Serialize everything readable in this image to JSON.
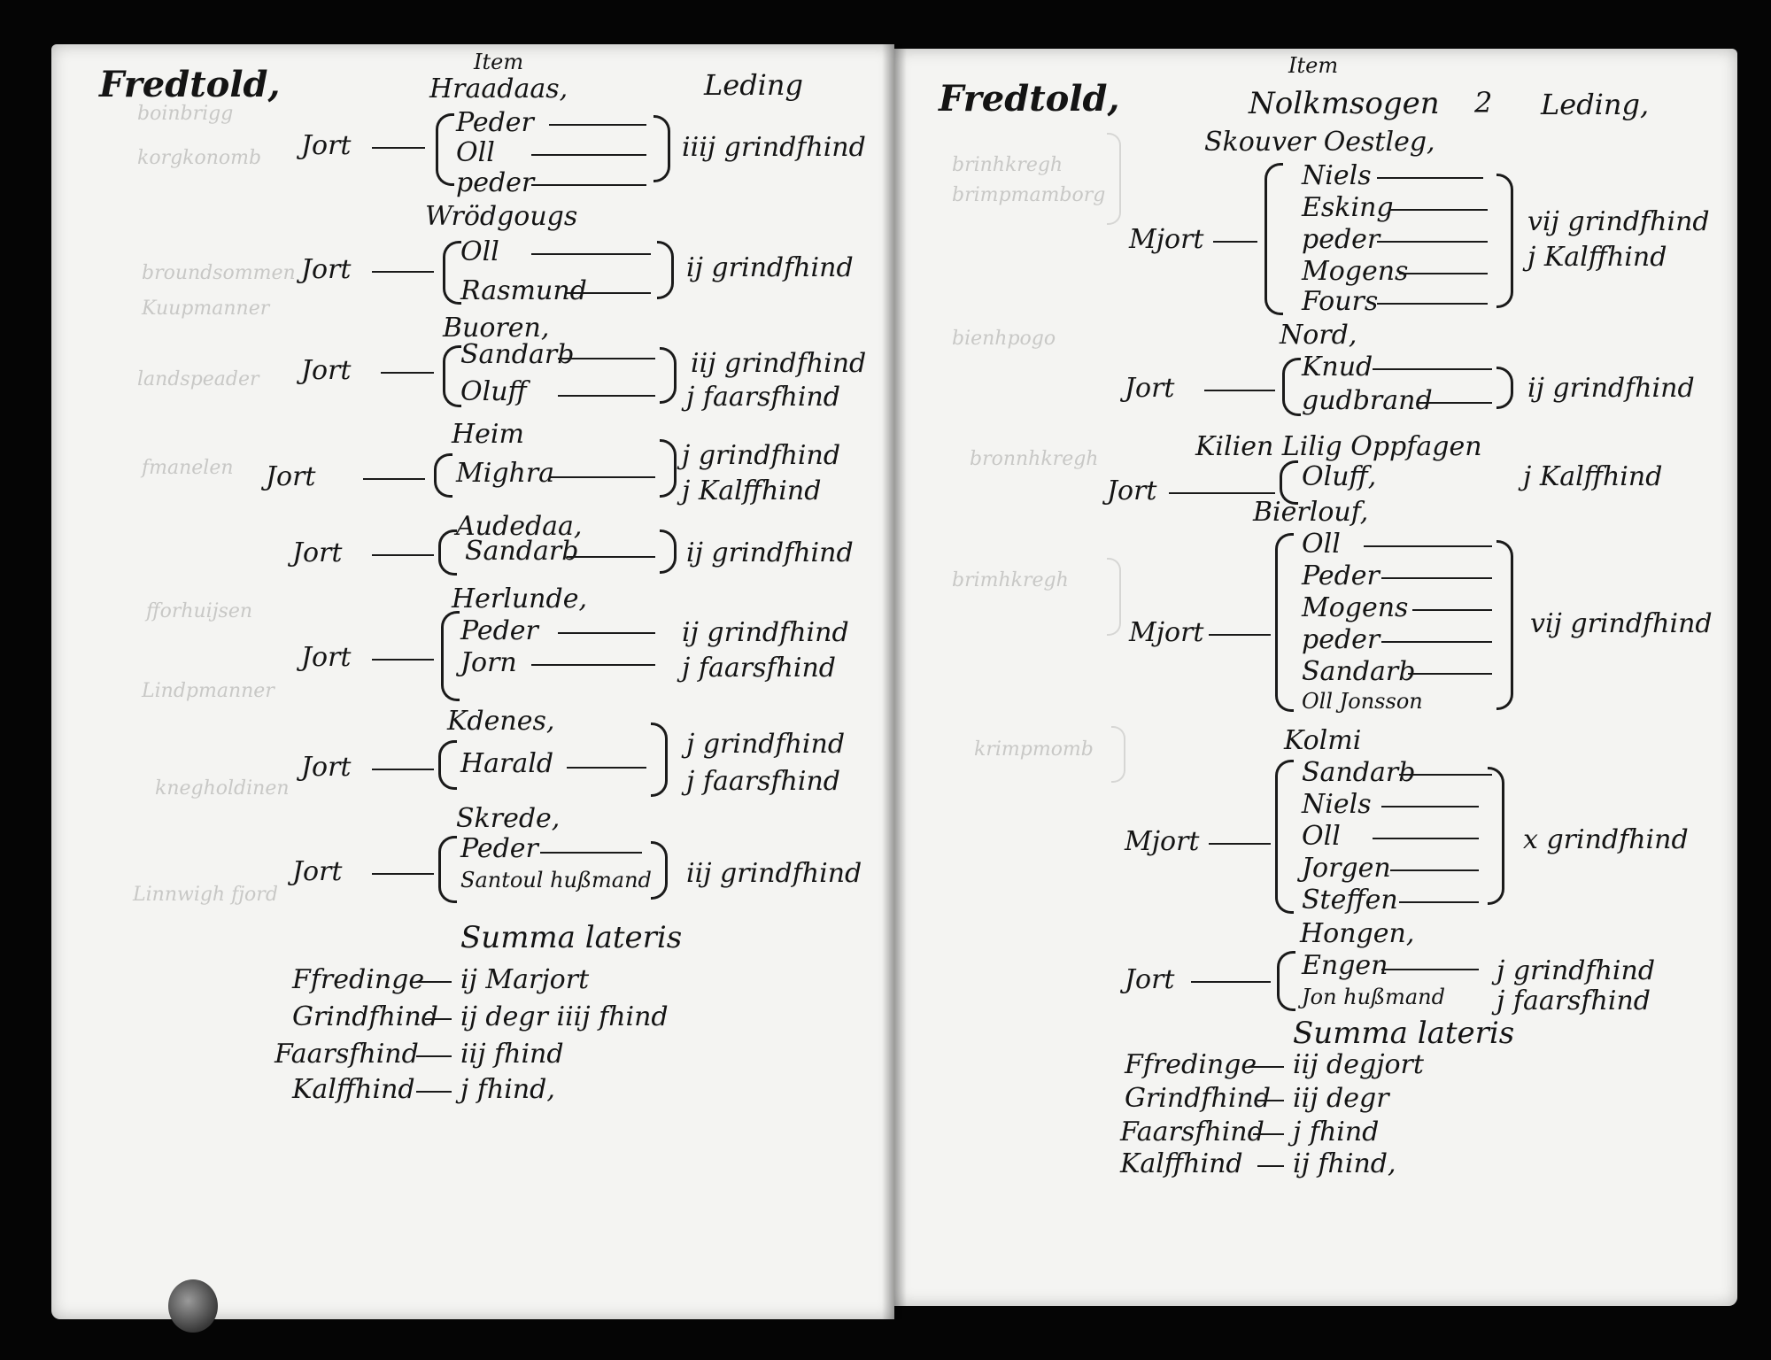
{
  "left": {
    "header_name": "Fredtold,",
    "header_item": "Item",
    "header_leding": "Leding",
    "farms": [
      {
        "farm": "Hraadaas,",
        "jord": "Jort",
        "tenants": [
          "Peder",
          "Oll",
          "peder"
        ],
        "amounts": [
          "iiij grindfhind"
        ]
      },
      {
        "farm": "Wrödgougs",
        "jord": "Jort",
        "tenants": [
          "Oll",
          "Rasmund"
        ],
        "amounts": [
          "ij grindfhind"
        ]
      },
      {
        "farm": "Buoren,",
        "jord": "Jort",
        "tenants": [
          "Sandarb",
          "Oluff"
        ],
        "amounts": [
          "iij grindfhind",
          "j faarsfhind"
        ]
      },
      {
        "farm": "Heim",
        "jord": "Jort",
        "tenants": [
          "Mighra"
        ],
        "amounts": [
          "j grindfhind",
          "j Kalffhind"
        ]
      },
      {
        "farm": "Audedaa,",
        "jord": "Jort",
        "tenants": [
          "Sandarb"
        ],
        "amounts": [
          "ij grindfhind"
        ]
      },
      {
        "farm": "Herlunde,",
        "jord": "Jort",
        "tenants": [
          "Peder",
          "Jorn"
        ],
        "amounts": [
          "ij grindfhind",
          "j faarsfhind"
        ]
      },
      {
        "farm": "Kdenes,",
        "jord": "Jort",
        "tenants": [
          "Harald"
        ],
        "amounts": [
          "j grindfhind",
          "j faarsfhind"
        ]
      },
      {
        "farm": "Skrede,",
        "jord": "Jort",
        "tenants": [
          "Peder",
          "Santoul hußmand"
        ],
        "amounts": [
          "iij grindfhind"
        ]
      }
    ],
    "summa": "Summa lateris",
    "totals": [
      {
        "label": "Ffredinge",
        "value": "ij Marjort"
      },
      {
        "label": "Grindfhind",
        "value": "ij degr iiij fhind"
      },
      {
        "label": "Faarsfhind",
        "value": "iij fhind"
      },
      {
        "label": "Kalffhind",
        "value": "j fhind,"
      }
    ],
    "faint_notes": [
      "boinbrigg",
      "korgkonomb",
      "broundsommen",
      "Kuupmanner",
      "landspeader",
      "fmanelen",
      "fforhuijsen",
      "Lindpmanner",
      "knegholdinen",
      "Linnwigh fjord"
    ]
  },
  "right": {
    "header_name": "Fredtold,",
    "header_item": "Item",
    "header_parish": "Nolkmsogen",
    "header_mark": "2",
    "header_leding": "Leding,",
    "farms": [
      {
        "farm": "Skouver Oestleg,",
        "jord": "Mjort",
        "tenants": [
          "Niels",
          "Esking",
          "peder",
          "Mogens",
          "Fours"
        ],
        "amounts": [
          "vij grindfhind",
          "j Kalffhind"
        ]
      },
      {
        "farm": "Nord,",
        "jord": "Jort",
        "tenants": [
          "Knud",
          "gudbrand"
        ],
        "amounts": [
          "ij grindfhind"
        ]
      },
      {
        "farm": "Kilien Lilig Oppfagen",
        "jord": "Jort",
        "tenants": [
          "Oluff,"
        ],
        "amounts": [
          "j Kalffhind"
        ]
      },
      {
        "farm": "Bierlouf,",
        "jord": "Mjort",
        "tenants": [
          "Oll",
          "Peder",
          "Mogens",
          "peder",
          "Sandarb",
          "Oll Jonsson"
        ],
        "amounts": [
          "vij grindfhind"
        ]
      },
      {
        "farm": "Kolmi",
        "jord": "Mjort",
        "tenants": [
          "Sandarb",
          "Niels",
          "Oll",
          "Jorgen",
          "Steffen"
        ],
        "amounts": [
          "x grindfhind"
        ]
      },
      {
        "farm": "Hongen,",
        "jord": "Jort",
        "tenants": [
          "Engen",
          "Jon hußmand"
        ],
        "amounts": [
          "j grindfhind",
          "j faarsfhind"
        ]
      }
    ],
    "summa": "Summa lateris",
    "totals": [
      {
        "label": "Ffredinge",
        "value": "iij degjort"
      },
      {
        "label": "Grindfhind",
        "value": "iij degr"
      },
      {
        "label": "Faarsfhind",
        "value": "j fhind"
      },
      {
        "label": "Kalffhind",
        "value": "ij fhind,"
      }
    ],
    "faint_notes": [
      "brinhkregh",
      "brimpmamborg",
      "bienhpogo",
      "bronnhkregh",
      "brimhkregh",
      "krimpmomb"
    ]
  },
  "colors": {
    "paper": "#f4f4f2",
    "ink": "#141414",
    "background": "#050505"
  }
}
